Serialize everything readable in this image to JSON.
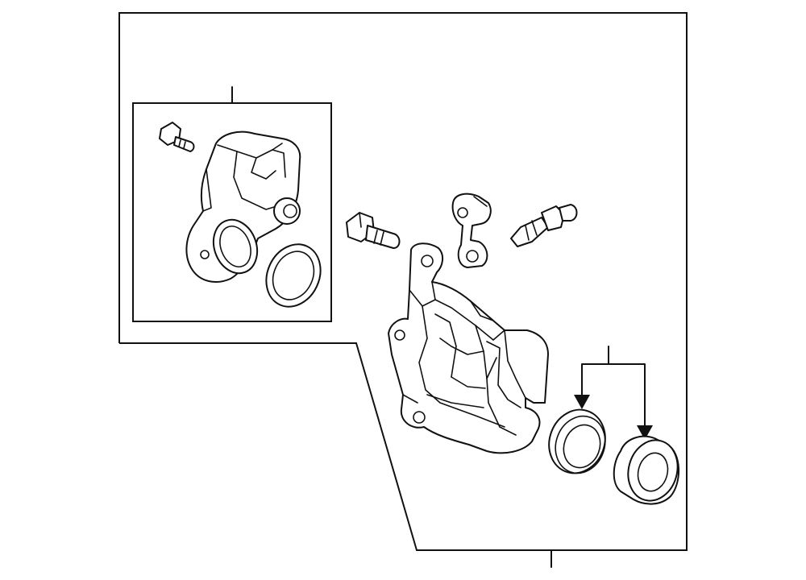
{
  "diagram": {
    "type": "exploded parts illustration",
    "stroke_color": "#111111",
    "background_color": "#ffffff",
    "parts": [
      "caliper-bracket",
      "bracket-bolt",
      "bracket-seal",
      "caliper-guide-bolt",
      "banjo-fitting",
      "bleeder-screw",
      "caliper-housing",
      "piston-seal",
      "piston"
    ]
  }
}
